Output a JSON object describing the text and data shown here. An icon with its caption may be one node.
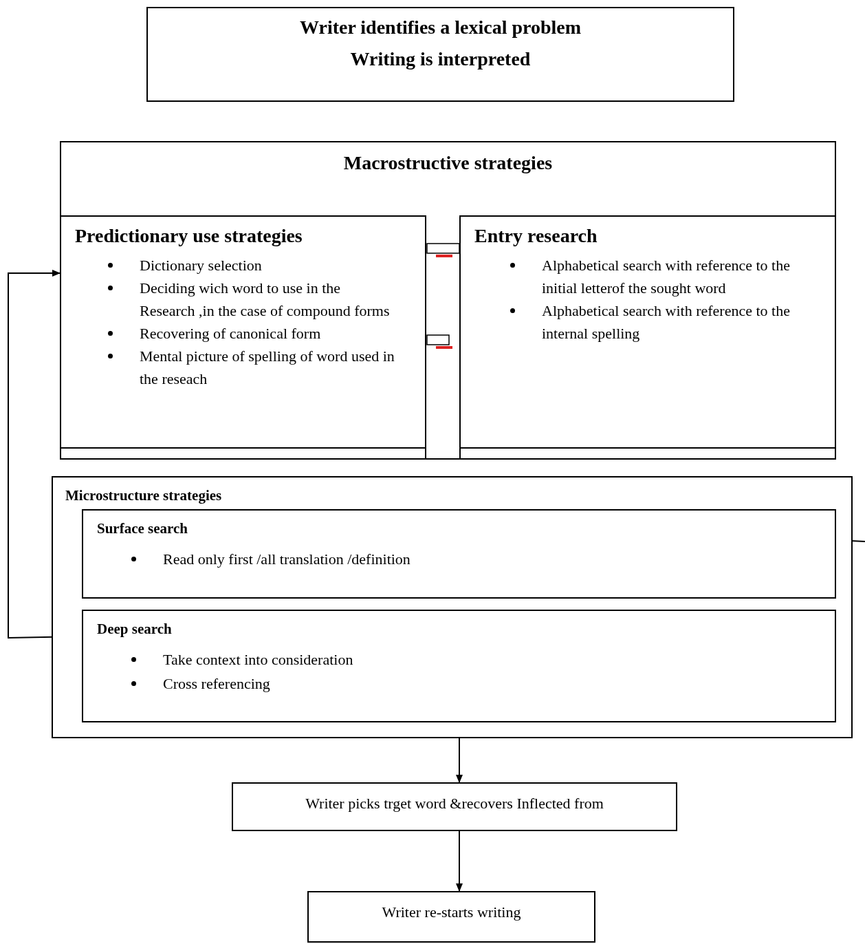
{
  "diagram": {
    "nodes": [
      {
        "text": [
          "Writer identifies a lexical problem",
          "Writing is interpreted"
        ]
      },
      {
        "text": [
          "Macrostructive strategies"
        ]
      },
      {
        "text": [
          "Predictionary use strategies",
          "Dictionary selection",
          "Deciding wich word to use in the Research ,in the case of compound forms",
          "Recovering of canonical form",
          "Mental picture of spelling of word used in the reseach"
        ],
        "in": 1
      },
      {
        "text": [
          "Entry research",
          "Alphabetical search with reference to the initial letterof the sought word",
          "Alphabetical search with reference to the internal spelling"
        ],
        "in": 1
      },
      {
        "text": [
          "Microstructure strategies"
        ]
      },
      {
        "text": [
          "Surface search",
          "Read only first /all translation /definition"
        ],
        "in": 4
      },
      {
        "text": [
          "Deep search",
          "Take context into consideration",
          "Cross referencing"
        ],
        "in": 4
      },
      {
        "text": [
          "Writer picks trget word &recovers Inflected from"
        ]
      },
      {
        "text": [
          "Writer re-starts writing"
        ]
      }
    ],
    "edges": [
      {
        "from": 6,
        "to": 2,
        "arrow": "to"
      },
      {
        "from": 4,
        "to": 7,
        "arrow": "to"
      },
      {
        "from": 7,
        "to": 8,
        "arrow": "to"
      },
      {
        "from": 5,
        "to": null,
        "arrow": "none"
      }
    ]
  }
}
